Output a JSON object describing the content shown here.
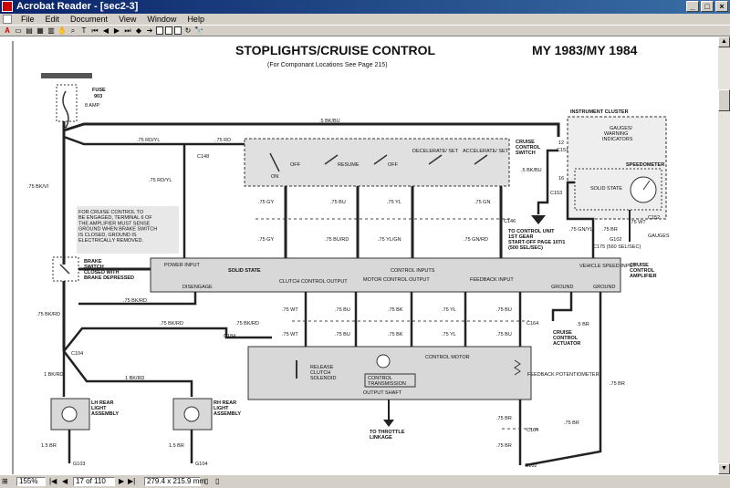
{
  "window": {
    "title": "Acrobat Reader - [sec2-3]"
  },
  "menu": [
    "File",
    "Edit",
    "Document",
    "View",
    "Window",
    "Help"
  ],
  "status": {
    "zoom": "155%",
    "page": "17 of 110",
    "size": "279.4 x 215.9 mm"
  },
  "diagram": {
    "title": "STOPLIGHTS/CRUISE CONTROL",
    "model": "MY 1983/MY 1984",
    "subtitle": "(For Componant Locations See Page 215)",
    "fuse": {
      "title": "FUSE",
      "num": "903",
      "amp": "8 AMP"
    },
    "instrument_cluster": "INSTRUMENT CLUSTER",
    "gauges": "GAUGES/ WARNING INDICATORS",
    "speedometer": "SPEEDOMETER",
    "solid_state_sm": "SOLID STATE",
    "gauges_label": "GAUGES",
    "cruise_switch": "CRUISE CONTROL SWITCH",
    "switch_pos": [
      "OFF",
      "RESUME",
      "OFF",
      "DECELERATE/ SET",
      "ACCELERATE/ SET"
    ],
    "switch_on": "ON",
    "note": "FOR CRUISE CONTROL TO BE ENGAGED, TERMINAL 6 OF THE AMPLIFIER MUST SENSE GROUND WHEN BRAKE SWITCH IS CLOSED. GROUND IS ELECTRICALLY REMOVED.",
    "brake_switch": "BRAKE SWITCH CLOSED WITH BRAKE DEPRESSED",
    "amplifier": "CRUISE CONTROL AMPLIFIER",
    "amp_solid": "SOLID STATE",
    "amp_labels": {
      "power": "POWER INPUT",
      "disengage": "DISENGAGE",
      "clutch": "CLUTCH CONTROL OUTPUT",
      "control_inputs": "CONTROL INPUTS",
      "motor": "MOTOR CONTROL OUTPUT",
      "feedback": "FEEDBACK INPUT",
      "vspeed": "VEHICLE SPEED INPUT",
      "ground": "GROUND"
    },
    "actuator": "CRUISE CONTROL ACTUATOR",
    "act_labels": {
      "clutch": "RELEASE CLUTCH SOLENOID",
      "motor": "CONTROL MOTOR",
      "trans": "CONTROL TRANSMISSION",
      "pot": "FEEDBACK POTENTIOMETER",
      "shaft": "OUTPUT SHAFT"
    },
    "throttle": "TO THROTTLE LINKAGE",
    "to_control": "TO CONTROL UNIT 1ST GEAR START-OFF PAGE 107/1 (500 SEL/SEC)",
    "lh_lamp": "LH REAR LIGHT ASSEMBLY",
    "rh_lamp": "RH REAR LIGHT ASSEMBLY",
    "wires": {
      "bkbu": ".5 BK/BU",
      "rdyl": ".75 RD/YL",
      "rd": ".75 RD",
      "rdyl2": ".75 RD/YL",
      "bkvi": ".75 BK/VI",
      "gy": ".75 GY",
      "bu": ".75 BU",
      "yl": ".75 YL",
      "gn": ".75 GN",
      "bkbu2": ".5 BK/BU",
      "gy2": ".75 GY",
      "burd": ".75 BU/RD",
      "ylgn": ".75 YL/GN",
      "gnrd": ".75 GN/RD",
      "bkrd": ".75 BK/RD",
      "bkrd2": ".75 BK/RD",
      "bkrd3": ".75 BK/RD",
      "bkrd4": ".75 BK/RD",
      "bkrd5": "1 BK/RD",
      "bkrd6": "1 BK/RD",
      "wt": ".75 WT",
      "bu3": ".75 BU",
      "bk": ".75 BK",
      "yl3": ".75 YL",
      "bu4": ".75 BU",
      "wt2": ".75 WT",
      "bu5": ".75 BU",
      "bk2": ".75 BK",
      "yl4": ".75 YL",
      "bu6": ".75 BU",
      "gnyl": ".75 GN/YL",
      "br": ".75 BR",
      "wt3": ".75 WT",
      "br2": ".5 BR",
      "bu7": ".75 BU",
      "br3": ".75 BR",
      "br4": ".75 BR",
      "br15a": "1.5 BR",
      "br15b": "1.5 BR",
      "br5": ".75 BR"
    },
    "conns": {
      "c148": "C148",
      "c151": "C151",
      "c153": "C153",
      "c146": "C146",
      "c175": "C175 (560 SEL/SEC)",
      "c152": "C152",
      "c164": "C164",
      "c164b": "C164",
      "c104": "C104",
      "c184": "C184",
      "c164c": "C164",
      "g102": "G102",
      "g103": "G103",
      "g104": "G104",
      "g102b": "G102"
    }
  }
}
